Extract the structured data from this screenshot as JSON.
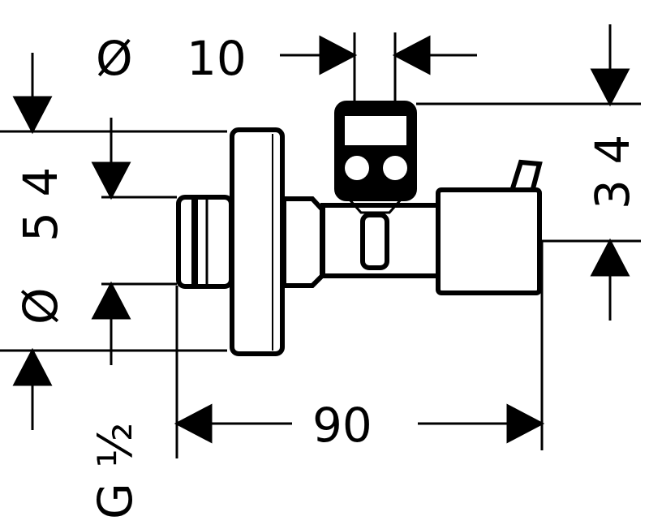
{
  "drawing": {
    "title": "Angle valve dimension drawing",
    "dims": {
      "diameter_symbol": "Ø",
      "top_width": "10",
      "height_right": "3 4",
      "height_left": "5 4",
      "length": "90",
      "thread": "G ½"
    },
    "colors": {
      "line": "#000000",
      "background": "#ffffff"
    }
  }
}
